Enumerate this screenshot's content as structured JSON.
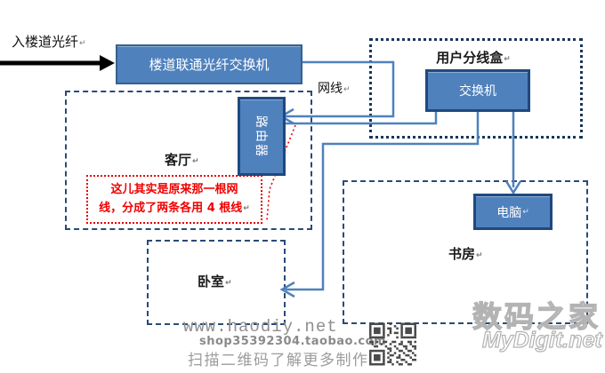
{
  "diagram": {
    "fiber_in_label": "入楼道光纤",
    "cable_label": "网线",
    "corridor_switch_label": "楼道联通光纤交换机",
    "distribution_box_label": "用户分线盒",
    "switch_label": "交换机",
    "router_label": "路由器",
    "computer_label": "电脑",
    "living_room_label": "客厅",
    "bedroom_label": "卧室",
    "study_label": "书房",
    "note_line1": "这儿其实是原来那一根网",
    "note_line2": "线，分成了两条各用 4 根线"
  },
  "watermarks": {
    "site": "www.haodiy.net",
    "shop": "shop35392304.taobao.com",
    "scan_hint": "扫描二维码了解更多制作",
    "brand_cn": "数码之家",
    "brand_en": "MyDigit.net"
  },
  "ui": {
    "return_mark": "↵"
  },
  "colors": {
    "node_fill": "#4f81bd",
    "node_border_dark": "#1f497d",
    "node_border_light": "#36618e",
    "connector_blue": "#4f81bd",
    "room_border": "#2a4a78",
    "distribution_border": "#17365d",
    "note_red": "#f00000",
    "arrow_black": "#000000",
    "watermark_gray": "#8f8f8f",
    "qr_gray": "#4a4a4a"
  }
}
